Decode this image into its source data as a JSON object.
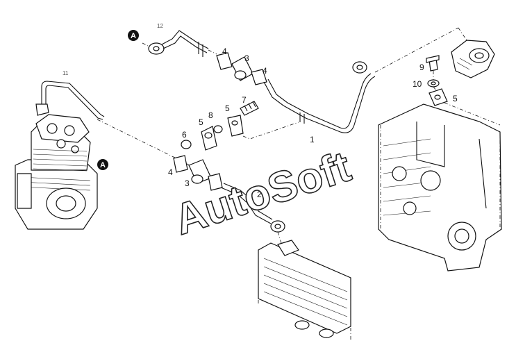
{
  "watermark": "AutoSoft",
  "ref_marker": "A",
  "labels": {
    "p1": "1",
    "p2": "2",
    "p3a": "3",
    "p3b": "3",
    "p4a": "4",
    "p4b": "4",
    "p4c": "4",
    "p5a": "5",
    "p5b": "5",
    "p5c": "5",
    "p6": "6",
    "p7": "7",
    "p8": "8",
    "p9": "9",
    "p10": "10",
    "p11": "11",
    "p12": "12"
  },
  "colors": {
    "ink": "#111111",
    "watermark_fill": "#ffffff",
    "marker_fill": "#111111"
  }
}
